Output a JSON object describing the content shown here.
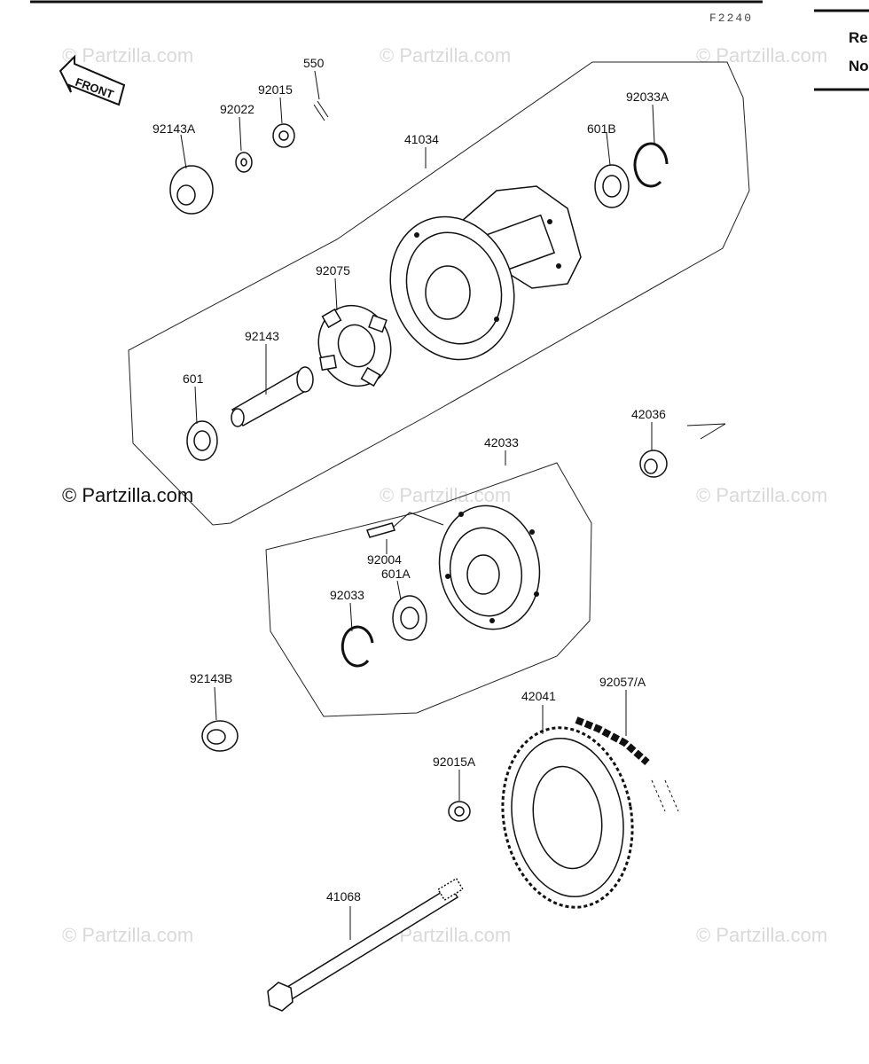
{
  "header": {
    "code": "F2240"
  },
  "side_note": {
    "line1": "Re",
    "line2": "No"
  },
  "front_label": "FRONT",
  "watermarks": {
    "faint": "© Partzilla.com",
    "main": "© Partzilla.com"
  },
  "parts": {
    "p_550": "550",
    "p_92015": "92015",
    "p_92022": "92022",
    "p_92143A": "92143A",
    "p_41034": "41034",
    "p_601B": "601B",
    "p_92033A": "92033A",
    "p_92075": "92075",
    "p_92143": "92143",
    "p_601": "601",
    "p_42036": "42036",
    "p_42033": "42033",
    "p_92004": "92004",
    "p_601A": "601A",
    "p_92033": "92033",
    "p_92143B": "92143B",
    "p_42041": "42041",
    "p_92057A": "92057/A",
    "p_92015A": "92015A",
    "p_41068": "41068"
  }
}
